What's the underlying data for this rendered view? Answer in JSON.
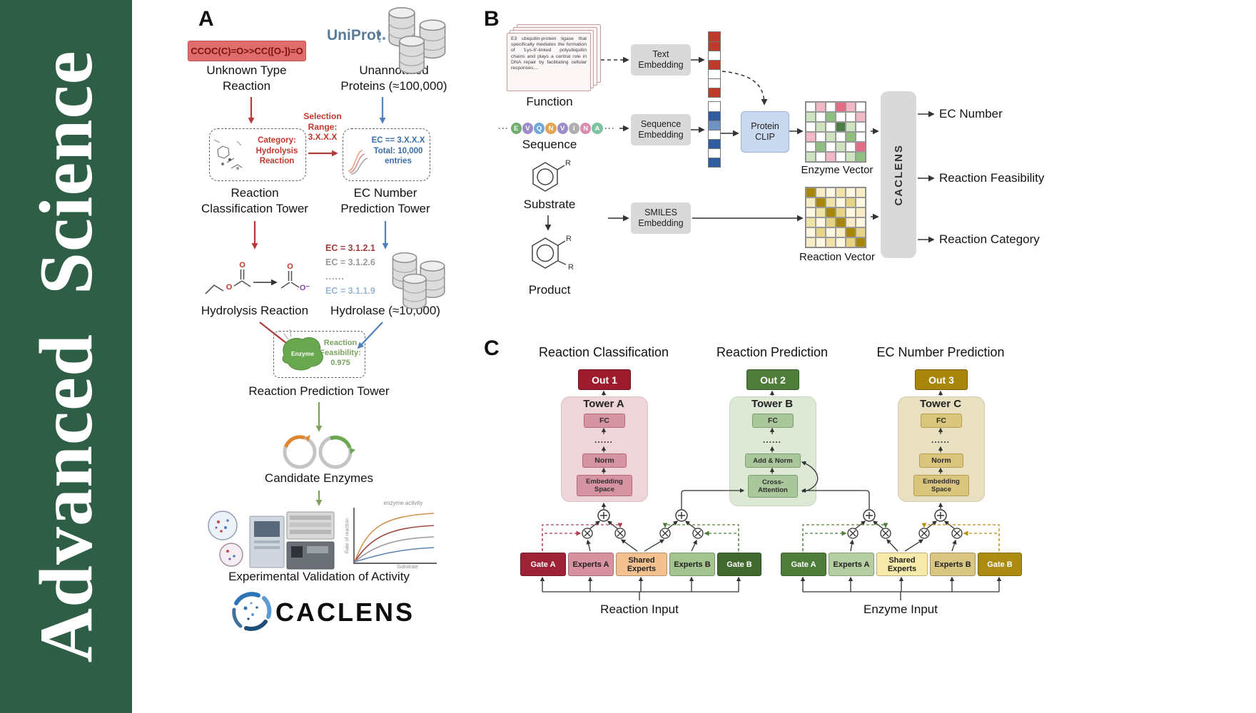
{
  "banner": {
    "journal_name": "Advanced  Science"
  },
  "colors": {
    "banner_green": "#2f5e46",
    "smiles_red": "#e06c6c",
    "arrow_red": "#b23a3a",
    "arrow_blue": "#4f81bd",
    "arrow_green": "#7f9f5f",
    "out1": "#9e1b2e",
    "out2": "#4e7d3a",
    "out3": "#a8860b",
    "tower_a": "#edd5da",
    "tower_b": "#dde8d5",
    "tower_c": "#e9e0c2",
    "protein_clip_blue": "#c9d9ef",
    "enzyme_green": "#6aa84f"
  },
  "panel_a": {
    "label": "A",
    "smiles": "CCOC(C)=O>>CC([O-])=O",
    "unknown_reaction": "Unknown Type\nReaction",
    "uniprot": "UniProt",
    "unannotated_proteins": "Unannotated\nProteins (≈100,000)",
    "selection_range": "Selection\nRange:\n3.X.X.X",
    "category": "Category:\nHydrolysis\nReaction",
    "ec_selection": "EC == 3.X.X.X\nTotal: 10,000\nentries",
    "reaction_classification_tower": "Reaction\nClassification Tower",
    "ec_prediction_tower": "EC Number\nPrediction Tower",
    "ec_list": [
      "EC = 3.1.2.1",
      "EC = 3.1.2.6",
      "......",
      "EC = 3.1.1.9"
    ],
    "hydrolysis_reaction": "Hydrolysis Reaction",
    "hydrolase": "Hydrolase (≈10,000)",
    "enzyme": "Enzyme",
    "feasibility": "Reaction\nFe asibility:\n0.975",
    "reaction_prediction_tower": "Reaction Prediction Tower",
    "candidate_enzymes": "Candidate Enzymes",
    "experimental_validation": "Experimental Validation of Activity",
    "logo_text": "CACLENS",
    "atom_o": "O",
    "atom_o_minus": "O⁻",
    "graph": {
      "title": "enzyme activity",
      "xlabel": "Substrate",
      "ylabel": "Rate of reaction"
    }
  },
  "panel_b": {
    "label": "B",
    "function_card_text": "E3 ubiquitin-protein ligase that specifically mediates the formation of 'Lys-6'-linked polyubiquitin chains and plays a central role in DNA repair by facilitating cellular responses....",
    "function": "Function",
    "sequence": "Sequence",
    "substrate": "Substrate",
    "product": "Product",
    "r_label": "R",
    "ellipsis": "···",
    "sequence_residues": [
      {
        "letter": "E",
        "color": "#6fae6f"
      },
      {
        "letter": "V",
        "color": "#9b8cc8"
      },
      {
        "letter": "Q",
        "color": "#6fa8dc"
      },
      {
        "letter": "N",
        "color": "#e2a452"
      },
      {
        "letter": "V",
        "color": "#9b8cc8"
      },
      {
        "letter": "I",
        "color": "#b0aeae"
      },
      {
        "letter": "N",
        "color": "#d98cb0"
      },
      {
        "letter": "A",
        "color": "#7fc4a0"
      }
    ],
    "text_embedding": "Text\nEmbedding",
    "sequence_embedding": "Sequence\nEmbedding",
    "smiles_embedding": "SMILES\nEmbedding",
    "protein_clip": "Protein\nCLIP",
    "enzyme_vector_label": "Enzyme Vector",
    "reaction_vector_label": "Reaction Vector",
    "caclens_block": "CACLENS",
    "outputs": [
      "EC Number",
      "Reaction Feasibility",
      "Reaction Category"
    ],
    "text_vector": [
      "#c0392b",
      "#c0392b",
      "#ffffff",
      "#c0392b",
      "#ffffff",
      "#ffffff",
      "#c0392b"
    ],
    "sequence_vector": [
      "#ffffff",
      "#2f5d9e",
      "#6f94c4",
      "#ffffff",
      "#2f5d9e",
      "#ffffff",
      "#2f5d9e"
    ],
    "enzyme_vector_grid": [
      [
        "#ffffff",
        "#f2b8c6",
        "#ffffff",
        "#e46a86",
        "#f2b8c6",
        "#ffffff"
      ],
      [
        "#cfe3c0",
        "#ffffff",
        "#8fbf7f",
        "#ffffff",
        "#ffffff",
        "#f2b8c6"
      ],
      [
        "#ffffff",
        "#cfe3c0",
        "#ffffff",
        "#4d7c44",
        "#cfe3c0",
        "#ffffff"
      ],
      [
        "#f2b8c6",
        "#ffffff",
        "#cfe3c0",
        "#ffffff",
        "#8fbf7f",
        "#ffffff"
      ],
      [
        "#ffffff",
        "#8fbf7f",
        "#ffffff",
        "#cfe3c0",
        "#ffffff",
        "#e46a86"
      ],
      [
        "#cfe3c0",
        "#ffffff",
        "#f2b8c6",
        "#ffffff",
        "#cfe3c0",
        "#8fbf7f"
      ]
    ],
    "reaction_vector_grid": [
      [
        "#a8860b",
        "#f7ecc4",
        "#fdf8e1",
        "#f0e2a8",
        "#fdf8e1",
        "#f7ecc4"
      ],
      [
        "#f7ecc4",
        "#a8860b",
        "#f0e2a8",
        "#fdf8e1",
        "#e6d385",
        "#fdf8e1"
      ],
      [
        "#fdf8e1",
        "#f0e2a8",
        "#a8860b",
        "#e6d385",
        "#fdf8e1",
        "#f7ecc4"
      ],
      [
        "#f0e2a8",
        "#fdf8e1",
        "#e6d385",
        "#a8860b",
        "#f7ecc4",
        "#fdf8e1"
      ],
      [
        "#fdf8e1",
        "#e6d385",
        "#fdf8e1",
        "#f7ecc4",
        "#a8860b",
        "#e6d385"
      ],
      [
        "#f7ecc4",
        "#fdf8e1",
        "#f0e2a8",
        "#fdf8e1",
        "#e6d385",
        "#a8860b"
      ]
    ]
  },
  "panel_c": {
    "label": "C",
    "columns": [
      {
        "title": "Reaction Classification",
        "out": "Out 1",
        "tower": "Tower A",
        "fc": "FC",
        "dots": "......",
        "mid": "Norm",
        "bottom": "Embedding\nSpace"
      },
      {
        "title": "Reaction Prediction",
        "out": "Out 2",
        "tower": "Tower B",
        "fc": "FC",
        "dots": "......",
        "mid": "Add & Norm",
        "bottom": "Cross-\nAttention"
      },
      {
        "title": "EC Number Prediction",
        "out": "Out 3",
        "tower": "Tower C",
        "fc": "FC",
        "dots": "......",
        "mid": "Norm",
        "bottom": "Embedding\nSpace"
      }
    ],
    "experts_left": [
      "Gate A",
      "Experts A",
      "Shared\nExperts",
      "Experts B",
      "Gate B"
    ],
    "experts_right": [
      "Gate A",
      "Experts A",
      "Shared\nExperts",
      "Experts B",
      "Gate B"
    ],
    "reaction_input": "Reaction Input",
    "enzyme_input": "Enzyme Input"
  }
}
